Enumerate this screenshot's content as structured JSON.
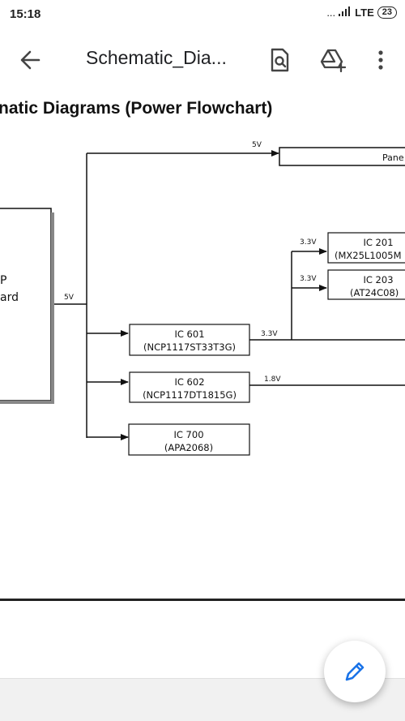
{
  "status_bar": {
    "time": "15:18",
    "dots": "...",
    "network": "LTE",
    "battery": "23"
  },
  "app_bar": {
    "title": "Schematic_Dia..."
  },
  "icons": {
    "back": "back-arrow-icon",
    "find": "find-in-page-icon",
    "drive": "add-to-drive-icon",
    "menu": "more-vert-icon",
    "edit": "pencil-icon"
  },
  "document": {
    "heading": "natic Diagrams (Power Flowchart)",
    "board": {
      "label_line1": "P",
      "label_line2": "ard"
    },
    "panel_label": "Pane",
    "voltage_labels": {
      "main": "5V",
      "panel": "5V",
      "ic601_out": "3.3V",
      "ic201_in": "3.3V",
      "ic203_in": "3.3V",
      "ic602_out": "1.8V"
    },
    "components": {
      "ic201": {
        "name": "IC 201",
        "part": "(MX25L1005M"
      },
      "ic203": {
        "name": "IC 203",
        "part": "(AT24C08)"
      },
      "ic601": {
        "name": "IC 601",
        "part": "(NCP1117ST33T3G)"
      },
      "ic602": {
        "name": "IC 602",
        "part": "(NCP1117DT1815G)"
      },
      "ic700": {
        "name": "IC 700",
        "part": "(APA2068)"
      }
    }
  },
  "colors": {
    "accent": "#1a73e8",
    "line": "#111111"
  }
}
